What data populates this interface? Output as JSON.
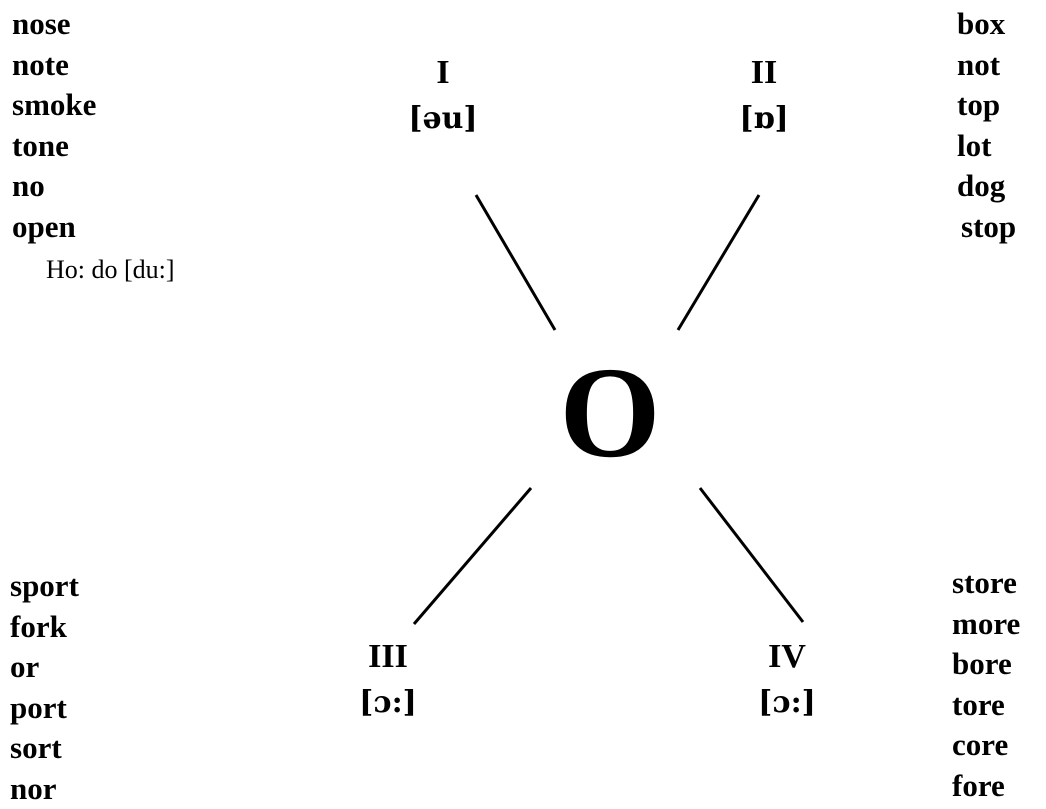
{
  "lists": {
    "top_left": [
      "nose",
      "note",
      "smoke",
      "tone",
      "no",
      "open"
    ],
    "top_right": [
      "box",
      "not",
      "top",
      "lot",
      "dog",
      "stop"
    ],
    "bottom_left": [
      "sport",
      "fork",
      "or",
      "port",
      "sort",
      "nor"
    ],
    "bottom_right": [
      "store",
      "more",
      "bore",
      "tore",
      "core",
      "fore"
    ]
  },
  "exception_note": "Ho: do [du:]",
  "center_letter": "O",
  "quadrants": [
    {
      "numeral": "I",
      "ipa": "[əu]"
    },
    {
      "numeral": "II",
      "ipa": "[ɒ]"
    },
    {
      "numeral": "III",
      "ipa": "[ɔ:]"
    },
    {
      "numeral": "IV",
      "ipa": "[ɔ:]"
    }
  ]
}
